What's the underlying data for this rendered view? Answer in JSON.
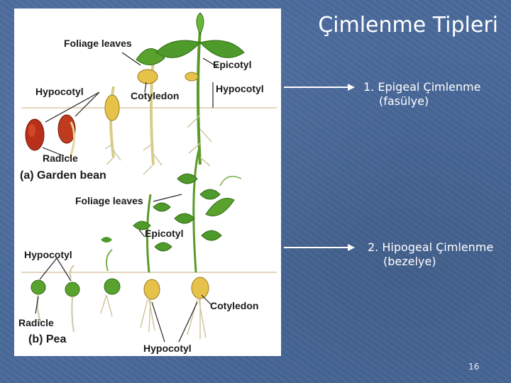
{
  "slide": {
    "title": "Çimlenme Tipleri",
    "number": "16"
  },
  "items": [
    {
      "label": "1. Epigeal Çimlenme",
      "sub": "(fasülye)"
    },
    {
      "label": "2. Hipogeal Çimlenme",
      "sub": "(bezelye)"
    }
  ],
  "figure": {
    "bean": {
      "foliage_leaves": "Foliage leaves",
      "epicotyl": "Epicotyl",
      "hypocotyl_left": "Hypocotyl",
      "hypocotyl_right": "Hypocotyl",
      "cotyledon": "Cotyledon",
      "radicle": "Radicle",
      "caption": "(a) Garden bean"
    },
    "pea": {
      "foliage_leaves": "Foliage leaves",
      "epicotyl": "Epicotyl",
      "hypocotyl_left": "Hypocotyl",
      "hypocotyl_bottom": "Hypocotyl",
      "cotyledon": "Cotyledon",
      "radicle": "Radicle",
      "caption": "(b) Pea"
    }
  },
  "colors": {
    "background": "#4a6a9c",
    "leaf": "#4e9a2a",
    "bean_seed": "#b8301a",
    "cotyledon": "#e6c24a"
  }
}
